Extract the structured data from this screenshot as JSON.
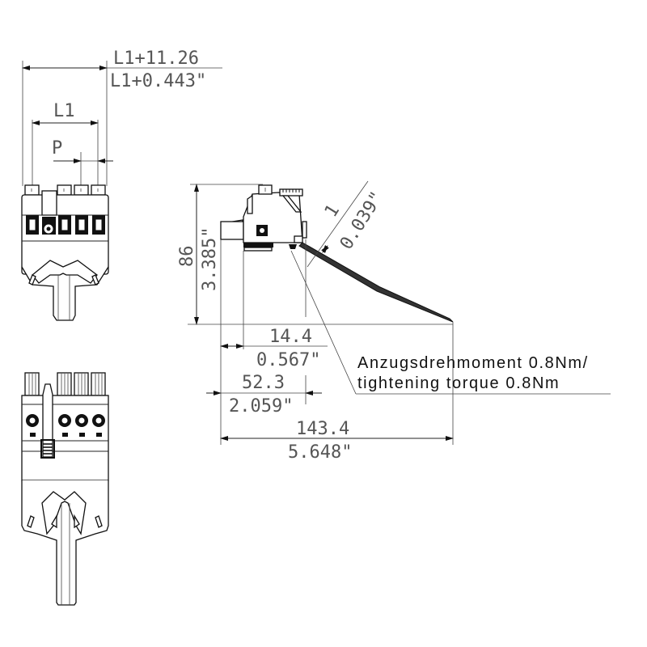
{
  "drawing": {
    "title": "Connector dimension drawing",
    "views": [
      "front-view-top",
      "side-view",
      "front-view-bottom"
    ]
  },
  "dimensions": {
    "overall_width": {
      "mm": "L1+11.26",
      "inch": "L1+0.443\""
    },
    "l1": {
      "label": "L1"
    },
    "pitch": {
      "label": "P"
    },
    "height": {
      "mm": "86",
      "inch": "3.385\""
    },
    "cable_thickness": {
      "mm": "1",
      "inch": "0.039\""
    },
    "offset_small": {
      "mm": "14.4",
      "inch": "0.567\""
    },
    "offset_mid": {
      "mm": "52.3",
      "inch": "2.059\""
    },
    "overall_length": {
      "mm": "143.4",
      "inch": "5.648\""
    }
  },
  "note": {
    "line1": "Anzugsdrehmoment 0.8Nm/",
    "line2": "tightening torque 0.8Nm"
  },
  "colors": {
    "line": "#222222",
    "dim_text": "#555555",
    "background": "#ffffff"
  }
}
